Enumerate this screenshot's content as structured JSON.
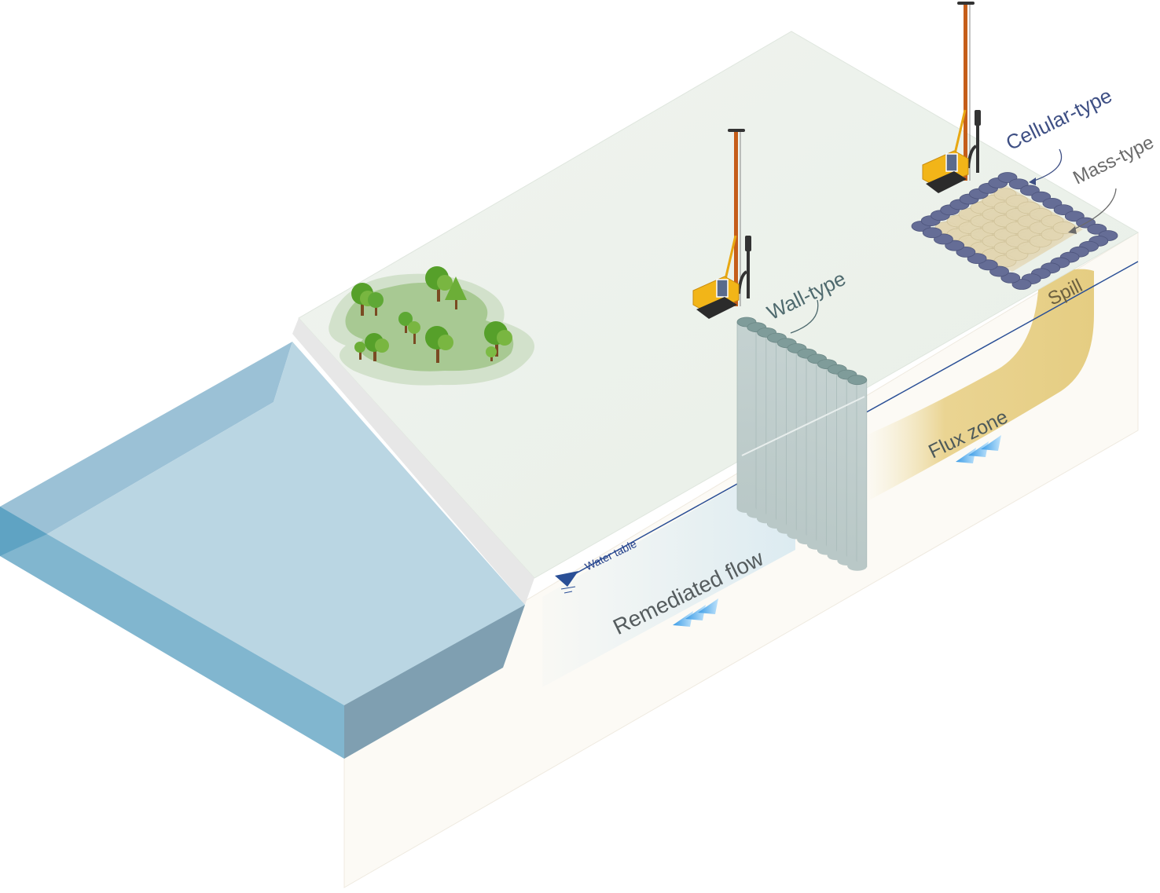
{
  "labels": {
    "cellular": "Cellular-type",
    "mass": "Mass-type",
    "wall": "Wall-type",
    "spill": "Spill",
    "flux": "Flux zone",
    "water_table": "Water table",
    "remediated": "Remediated flow"
  },
  "colors": {
    "ground_top": "#edf2ec",
    "ground_side": "#fcfaf5",
    "water": "#bad6e3",
    "water_side": "#81b6cf",
    "wall_columns": "#c7d3d2",
    "cellular_disks": "#656d96",
    "spill_fill": "#e8d38c",
    "flow_arrows": "#4ca8e8",
    "rig_mast": "#c55d19",
    "rig_body": "#f2b518"
  },
  "icons": [
    "tree-icon",
    "drill-rig-icon",
    "flow-arrow-icon",
    "water-table-marker-icon"
  ]
}
